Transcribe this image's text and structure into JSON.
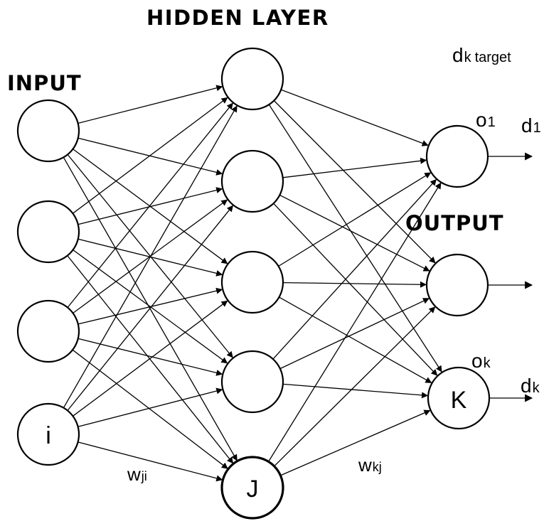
{
  "headings": {
    "input": "INPUT",
    "hidden": "HIDDEN LAYER",
    "output": "OUTPUT"
  },
  "nodes": {
    "input_i": "i",
    "hidden_J": "J",
    "output_K": "K"
  },
  "labels": {
    "target_d": "d",
    "target_k": "k",
    "target_word": "target",
    "o1_base": "o",
    "o1_sub": "1",
    "d1_base": "d",
    "d1_sub": "1",
    "ok_base": "o",
    "ok_sub": "k",
    "dk_base": "d",
    "dk_sub": "k",
    "wji_base": "w",
    "wji_sub": "ji",
    "wkj_base": "w",
    "wkj_sub": "kj"
  },
  "colors": {
    "stroke": "#000000",
    "background": "#ffffff"
  },
  "layers": {
    "input_count": 4,
    "hidden_count": 5,
    "output_count": 3
  }
}
